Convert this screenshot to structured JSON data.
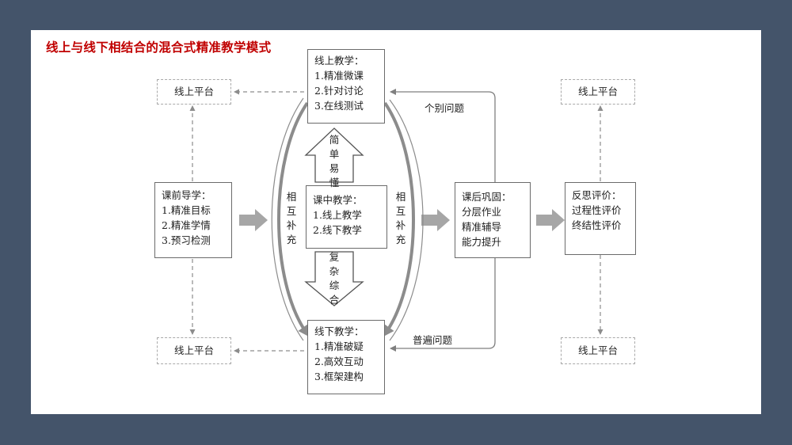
{
  "title": "线上与线下相结合的混合式精准教学模式",
  "online_top": {
    "heading": "线上教学：",
    "items": [
      "1.精准微课",
      "2.针对讨论",
      "3.在线测试"
    ]
  },
  "offline_bottom": {
    "heading": "线下教学：",
    "items": [
      "1.精准破疑",
      "2.高效互动",
      "3.框架建构"
    ]
  },
  "pre_class": {
    "heading": "课前导学：",
    "items": [
      "1.精准目标",
      "2.精准学情",
      "3.预习检测"
    ]
  },
  "in_class": {
    "heading": "课中教学：",
    "items": [
      "1.线上教学",
      "2.线下教学"
    ]
  },
  "post_class": {
    "heading": "课后巩固：",
    "items": [
      "分层作业",
      "精准辅导",
      "能力提升"
    ]
  },
  "reflection": {
    "heading": "反思评价：",
    "items": [
      "过程性评价",
      "终结性评价"
    ]
  },
  "platforms": {
    "top_left": "线上平台",
    "bottom_left": "线上平台",
    "top_right": "线上平台",
    "bottom_right": "线上平台"
  },
  "labels": {
    "simple": "简单易懂",
    "complex": "复杂综合",
    "mutual_left": "相互补充",
    "mutual_right": "相互补充",
    "individual": "个别问题",
    "common": "普遍问题"
  }
}
